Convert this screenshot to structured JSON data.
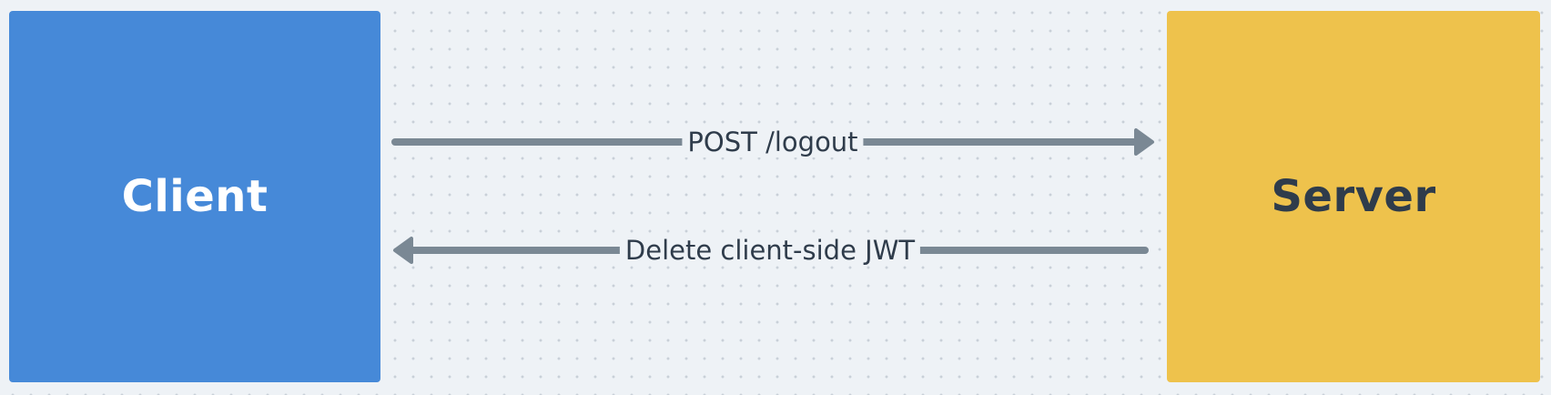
{
  "nodes": {
    "client": {
      "label": "Client",
      "color": "#4689d8"
    },
    "server": {
      "label": "Server",
      "color": "#eec24c"
    }
  },
  "edges": [
    {
      "from": "client",
      "to": "server",
      "label": "POST /logout"
    },
    {
      "from": "server",
      "to": "client",
      "label": "Delete client-side JWT"
    }
  ],
  "colors": {
    "background": "#eef2f6",
    "arrow": "#7a8894",
    "text": "#2f3c4b"
  }
}
